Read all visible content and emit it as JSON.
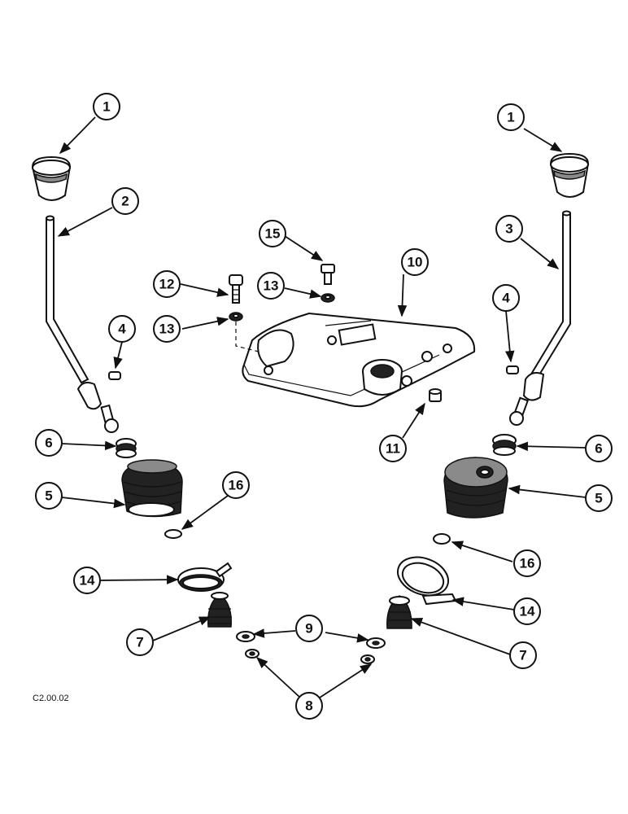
{
  "drawing_code": "C2.00.02",
  "callouts": [
    {
      "label": "1"
    },
    {
      "label": "1"
    },
    {
      "label": "2"
    },
    {
      "label": "3"
    },
    {
      "label": "4"
    },
    {
      "label": "4"
    },
    {
      "label": "5"
    },
    {
      "label": "5"
    },
    {
      "label": "6"
    },
    {
      "label": "6"
    },
    {
      "label": "7"
    },
    {
      "label": "7"
    },
    {
      "label": "8"
    },
    {
      "label": "9"
    },
    {
      "label": "10"
    },
    {
      "label": "11"
    },
    {
      "label": "12"
    },
    {
      "label": "13"
    },
    {
      "label": "13"
    },
    {
      "label": "14"
    },
    {
      "label": "14"
    },
    {
      "label": "15"
    },
    {
      "label": "16"
    },
    {
      "label": "16"
    }
  ]
}
